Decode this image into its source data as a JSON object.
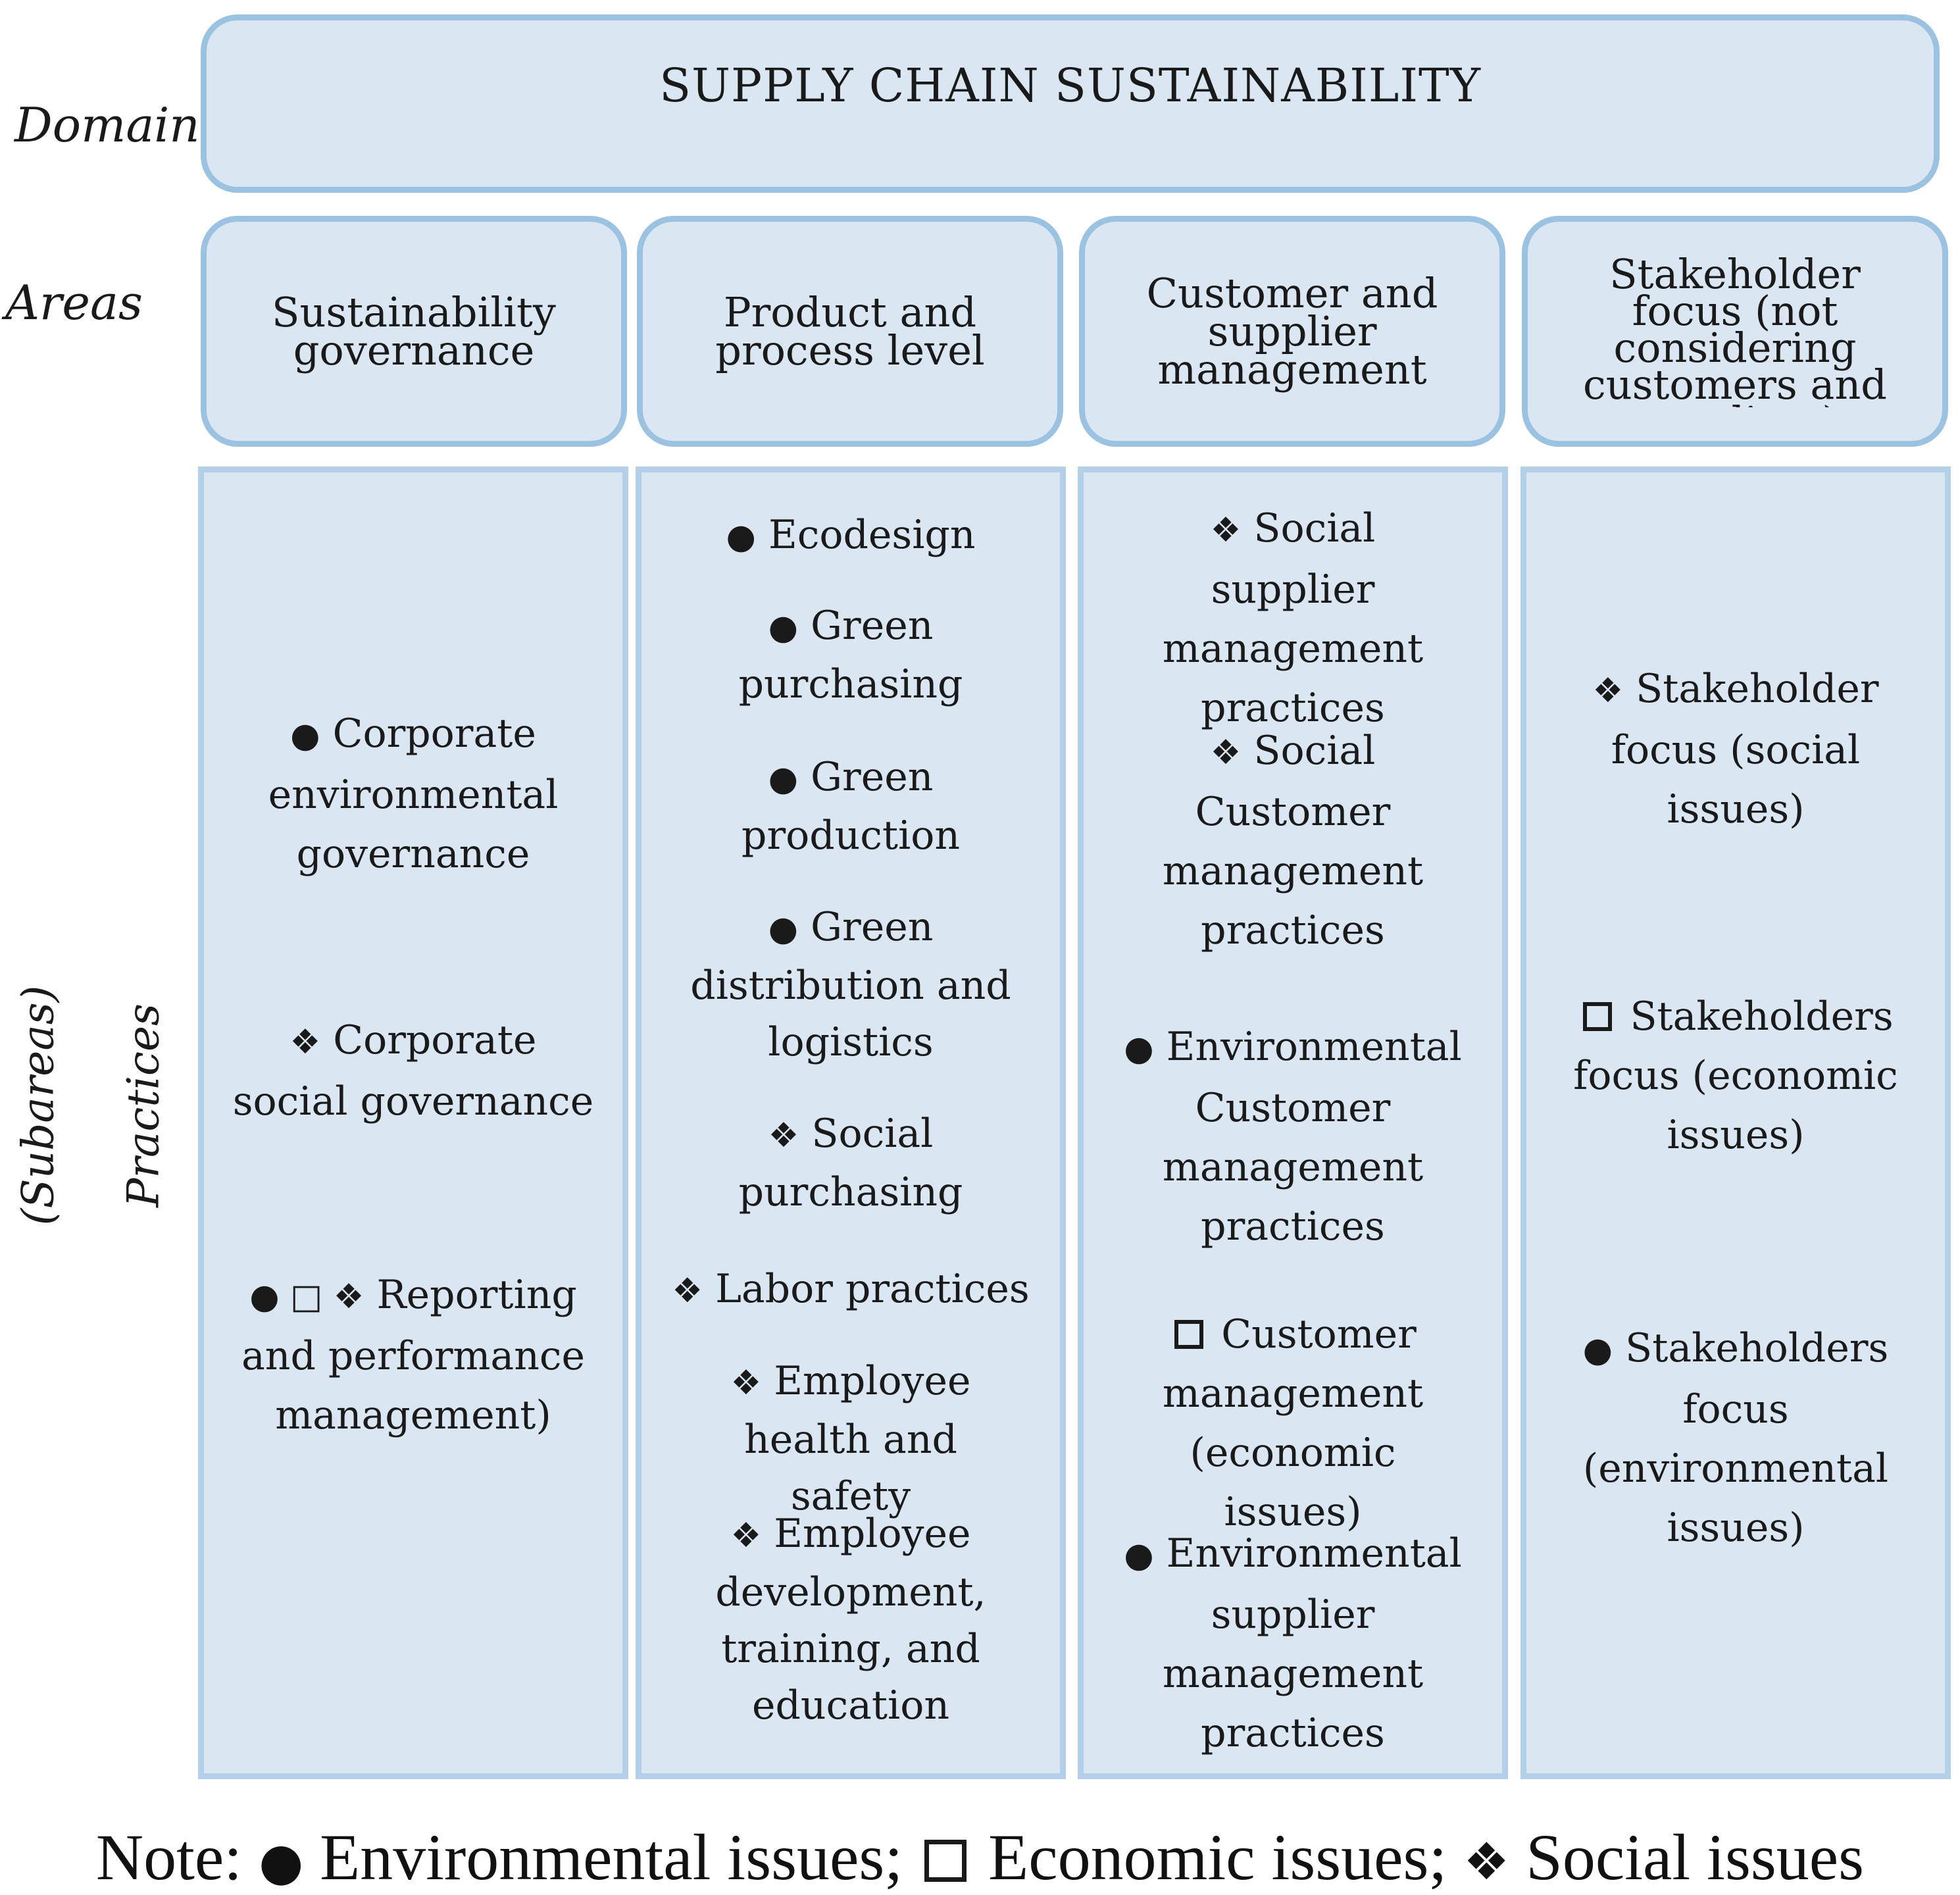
{
  "labels": {
    "domain": "Domain",
    "areas": "Areas",
    "subareas": "(Subareas)",
    "practices": "Practices"
  },
  "domain": {
    "title": "SUPPLY CHAIN SUSTAINABILITY"
  },
  "areas": [
    "Sustainability governance",
    "Product and process level",
    "Customer and supplier management",
    "Stakeholder focus (not considering customers and suppliers)"
  ],
  "columns": [
    [
      {
        "markers": "●",
        "text": "Corporate environmental governance"
      },
      {
        "markers": "❖",
        "text": "Corporate social governance"
      },
      {
        "markers": "● □ ❖",
        "text": "Reporting and performance management)"
      }
    ],
    [
      {
        "markers": "●",
        "text": "Ecodesign"
      },
      {
        "markers": "●",
        "text": "Green purchasing"
      },
      {
        "markers": "●",
        "text": "Green production"
      },
      {
        "markers": "●",
        "text": "Green distribution and logistics"
      },
      {
        "markers": "❖",
        "text": "Social purchasing"
      },
      {
        "markers": "❖",
        "text": "Labor practices"
      },
      {
        "markers": "❖",
        "text": "Employee health and safety"
      },
      {
        "markers": "❖",
        "text": "Employee development, training, and education"
      }
    ],
    [
      {
        "markers": "❖",
        "text": "Social supplier management practices"
      },
      {
        "markers": "❖",
        "text": "Social Customer management practices"
      },
      {
        "markers": "●",
        "text": "Environmental Customer management practices"
      },
      {
        "markers": "□",
        "text": "Customer management (economic issues)"
      },
      {
        "markers": "●",
        "text": "Environmental supplier management practices"
      }
    ],
    [
      {
        "markers": "❖",
        "text": "Stakeholder focus (social issues)"
      },
      {
        "markers": "□",
        "text": "Stakeholders focus (economic issues)"
      },
      {
        "markers": "●",
        "text": "Stakeholders focus (environmental issues)"
      }
    ]
  ],
  "note": {
    "prefix": "Note:",
    "env_marker": "●",
    "env": "Environmental issues;",
    "eco_marker": "□",
    "eco": "Economic issues;",
    "soc_marker": "❖",
    "soc": "Social issues"
  },
  "colors": {
    "box_fill": "#dae6f2",
    "box_border": "#9cc2e2",
    "column_border": "#b4cfe8",
    "text": "#1a1a1a"
  }
}
